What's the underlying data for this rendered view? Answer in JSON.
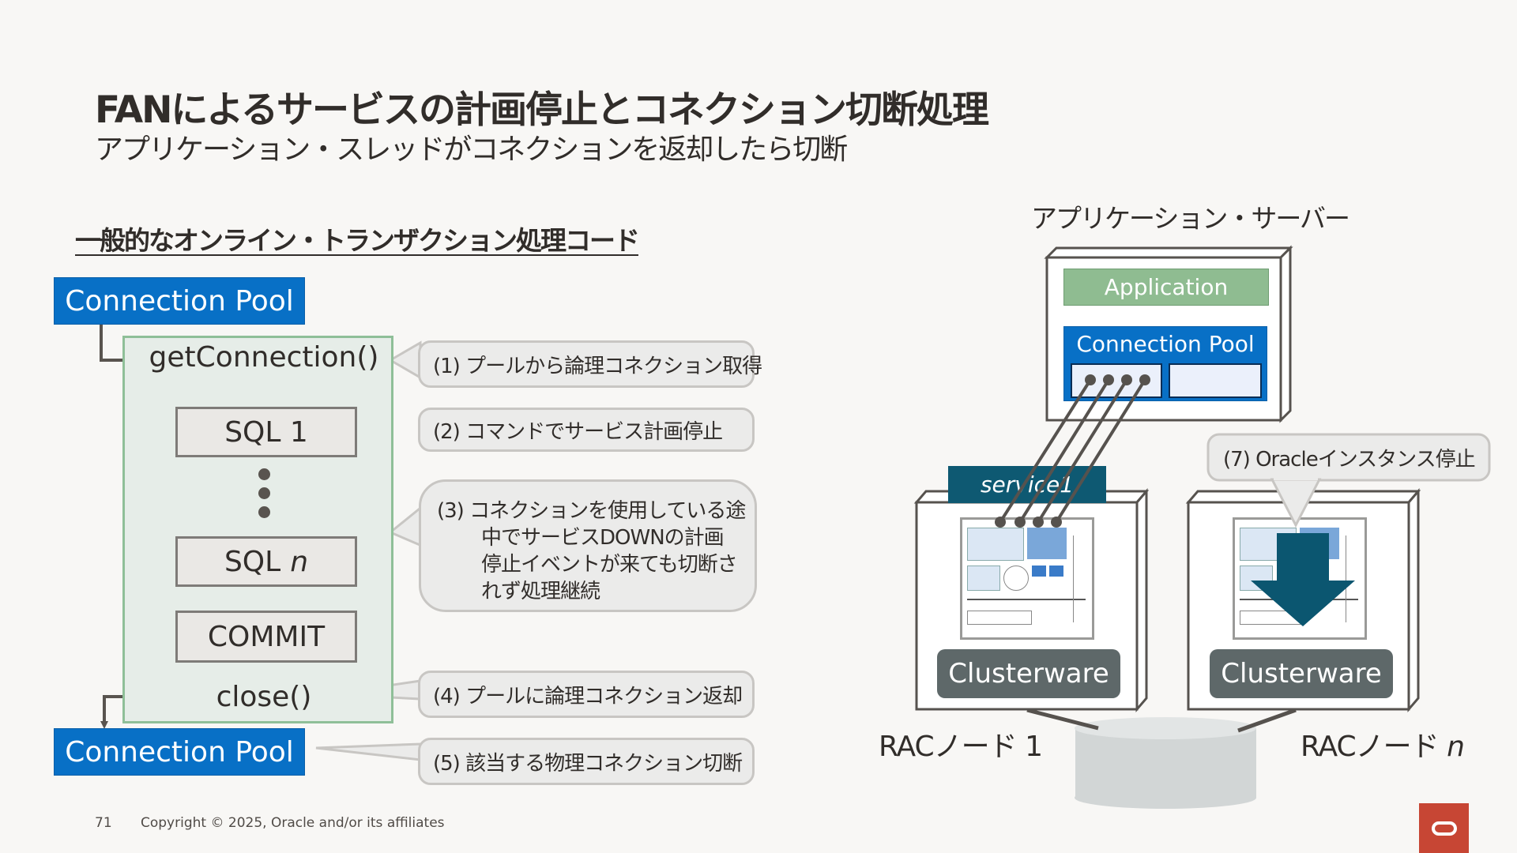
{
  "title": "FANによるサービスの計画停止とコネクション切断処理",
  "subtitle": "アプリケーション・スレッドがコネクションを返却したら切断",
  "code_section": {
    "heading": "一般的なオンライン・トランザクション処理コード",
    "pool_top": "Connection Pool",
    "get_connection": "getConnection()",
    "sql1": "SQL 1",
    "sqln_prefix": "SQL",
    "sqln_var": "n",
    "commit": "COMMIT",
    "close": "close()",
    "pool_bottom": "Connection Pool"
  },
  "callouts": {
    "c1": "(1) プールから論理コネクション取得",
    "c2": "(2) コマンドでサービス計画停止",
    "c3_line1": "(3) コネクションを使用している途",
    "c3_line2": "中でサービスDOWNの計画",
    "c3_line3": "停止イベントが来ても切断さ",
    "c3_line4": "れず処理継続",
    "c4": "(4) プールに論理コネクション返却",
    "c5": "(5) 該当する物理コネクション切断",
    "c7": "(7) Oracleインスタンス停止"
  },
  "diagram": {
    "server_label": "アプリケーション・サーバー",
    "application": "Application",
    "connection_pool": "Connection Pool",
    "service": "service1",
    "clusterware1": "Clusterware",
    "clusterwaren": "Clusterware",
    "node1": "RACノード 1",
    "noden_prefix": "RACノード",
    "noden_var": "n"
  },
  "footer": {
    "page_number": "71",
    "copyright": "Copyright © 2025, Oracle and/or its affiliates"
  },
  "colors": {
    "pool_blue": "#0870c6",
    "code_area_green": "#e6ede8",
    "service_teal": "#0e5972",
    "clusterware_gray": "#5e6869",
    "oracle_red": "#c74634"
  }
}
